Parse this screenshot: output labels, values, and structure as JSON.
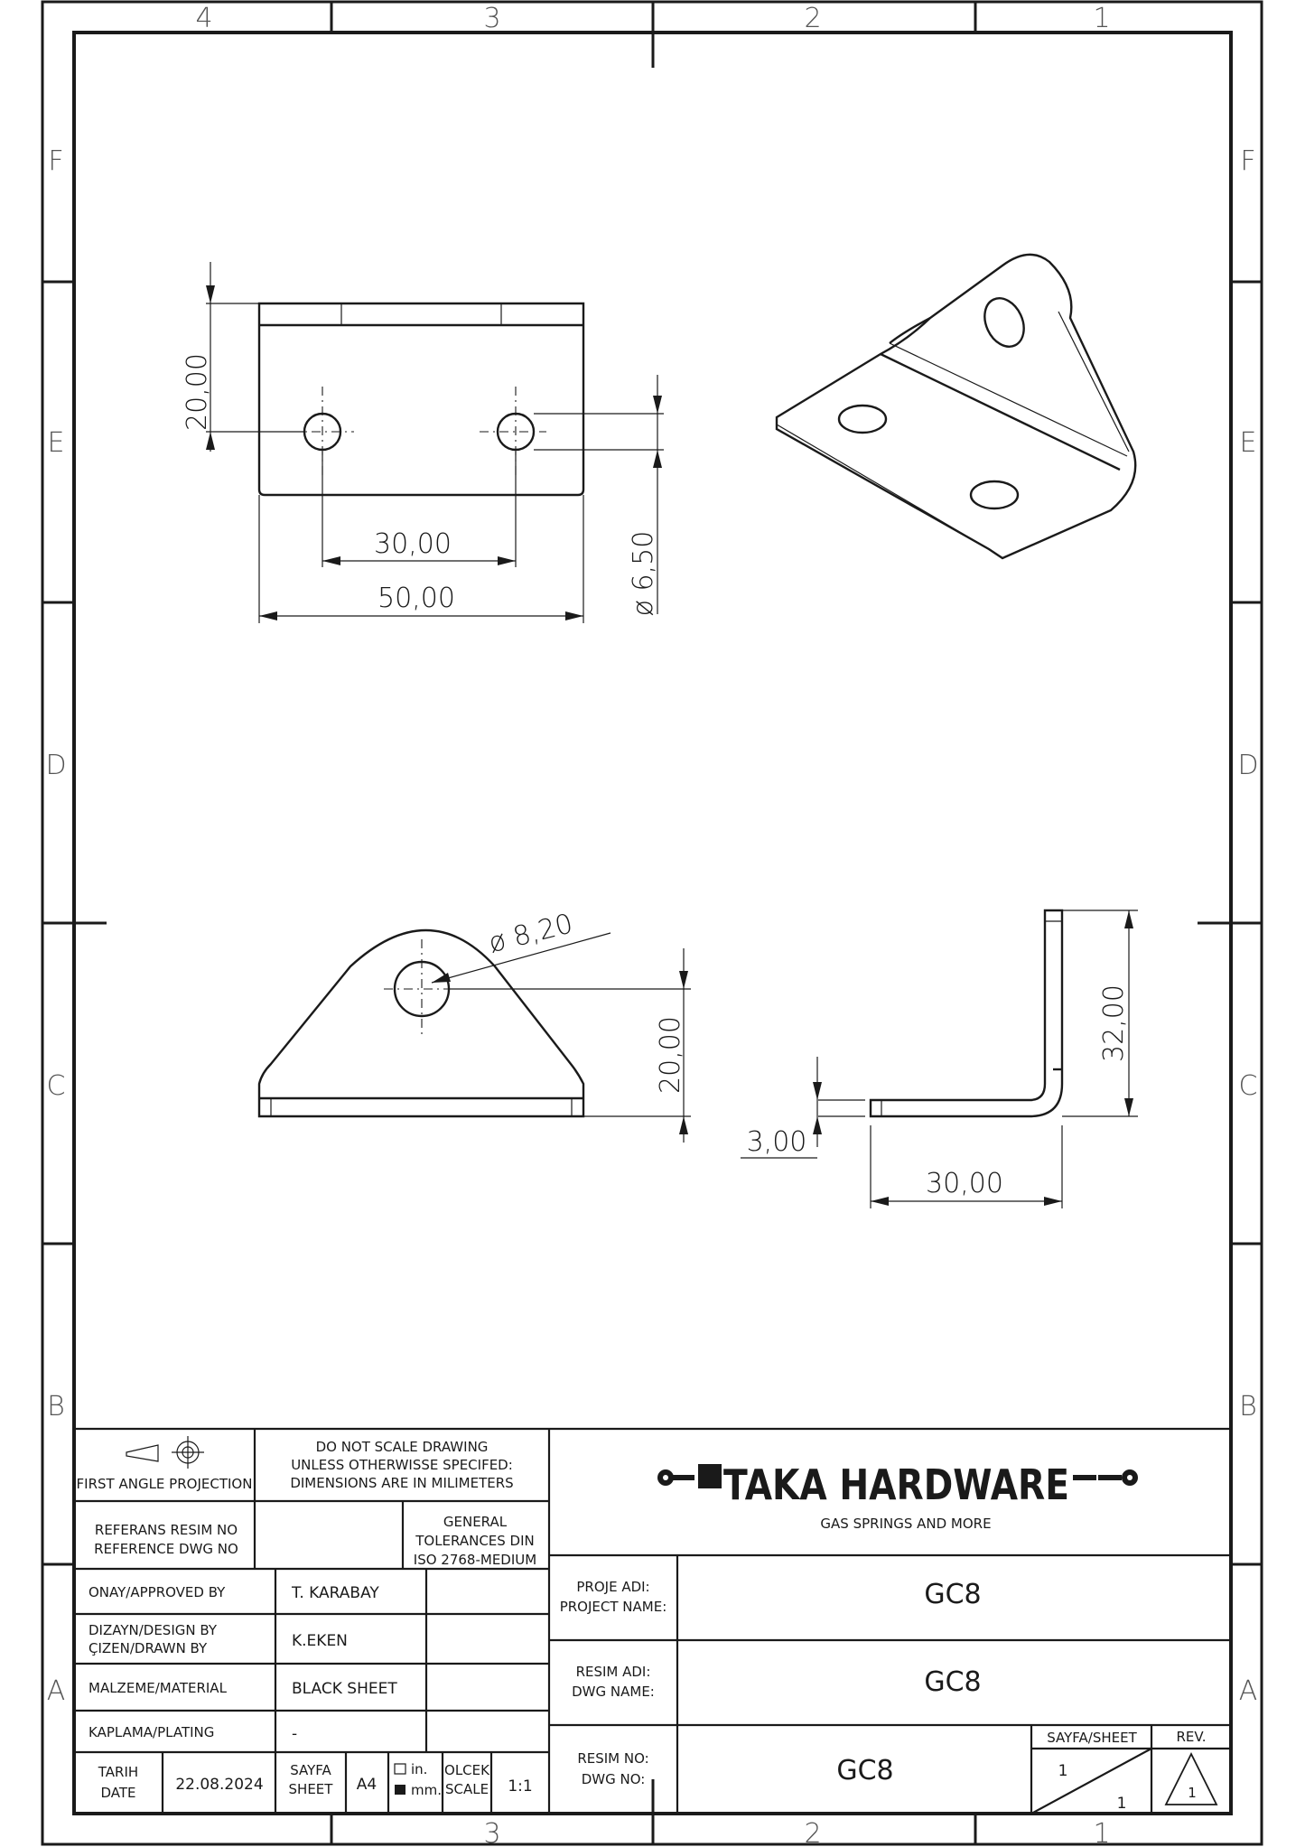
{
  "zones": {
    "columns": [
      "4",
      "3",
      "2",
      "1"
    ],
    "rows": [
      "F",
      "E",
      "D",
      "C",
      "B",
      "A"
    ]
  },
  "views": {
    "top": {
      "hole_spacing": "30,00",
      "width": "50,00",
      "height": "20,00",
      "hole_diameter": "ø 6,50"
    },
    "front": {
      "hole_diameter": "ø 8,20",
      "height": "20,00"
    },
    "side": {
      "thickness": "3,00",
      "leg_length": "30,00",
      "height": "32,00"
    }
  },
  "title_block": {
    "projection_label": "FIRST ANGLE PROJECTION",
    "notes": [
      "DO NOT SCALE DRAWING",
      "UNLESS OTHERWISSE SPECIFED:",
      "DIMENSIONS ARE IN MILIMETERS"
    ],
    "reference_label": [
      "REFERANS RESIM NO",
      "REFERENCE DWG NO"
    ],
    "tolerance_label": [
      "GENERAL",
      "TOLERANCES DIN",
      "ISO 2768-MEDIUM"
    ],
    "approved_label": "ONAY/APPROVED BY",
    "approved_value": "T. KARABAY",
    "design_label": [
      "DIZAYN/DESIGN BY",
      "ÇIZEN/DRAWN BY"
    ],
    "design_value": "K.EKEN",
    "material_label": "MALZEME/MATERIAL",
    "material_value": "BLACK SHEET",
    "plating_label": "KAPLAMA/PLATING",
    "plating_value": "-",
    "date_label": [
      "TARIH",
      "DATE"
    ],
    "date_value": "22.08.2024",
    "sheet_label": [
      "SAYFA",
      "SHEET"
    ],
    "sheet_size": "A4",
    "unit_in": "in.",
    "unit_mm": "mm.",
    "scale_label": [
      "OLCEK",
      "SCALE"
    ],
    "scale_value": "1:1",
    "company": "TAKA HARDWARE",
    "tagline": "GAS SPRINGS AND MORE",
    "project_label": [
      "PROJE ADI:",
      "PROJECT NAME:"
    ],
    "project_value": "GC8",
    "dwg_name_label": [
      "RESIM ADI:",
      "DWG NAME:"
    ],
    "dwg_name_value": "GC8",
    "dwg_no_label": [
      "RESIM NO:",
      "DWG NO:"
    ],
    "dwg_no_value": "GC8",
    "sheet_header": "SAYFA/SHEET",
    "sheet_num": "1",
    "sheet_total": "1",
    "rev_label": "REV.",
    "rev_value": "1"
  }
}
